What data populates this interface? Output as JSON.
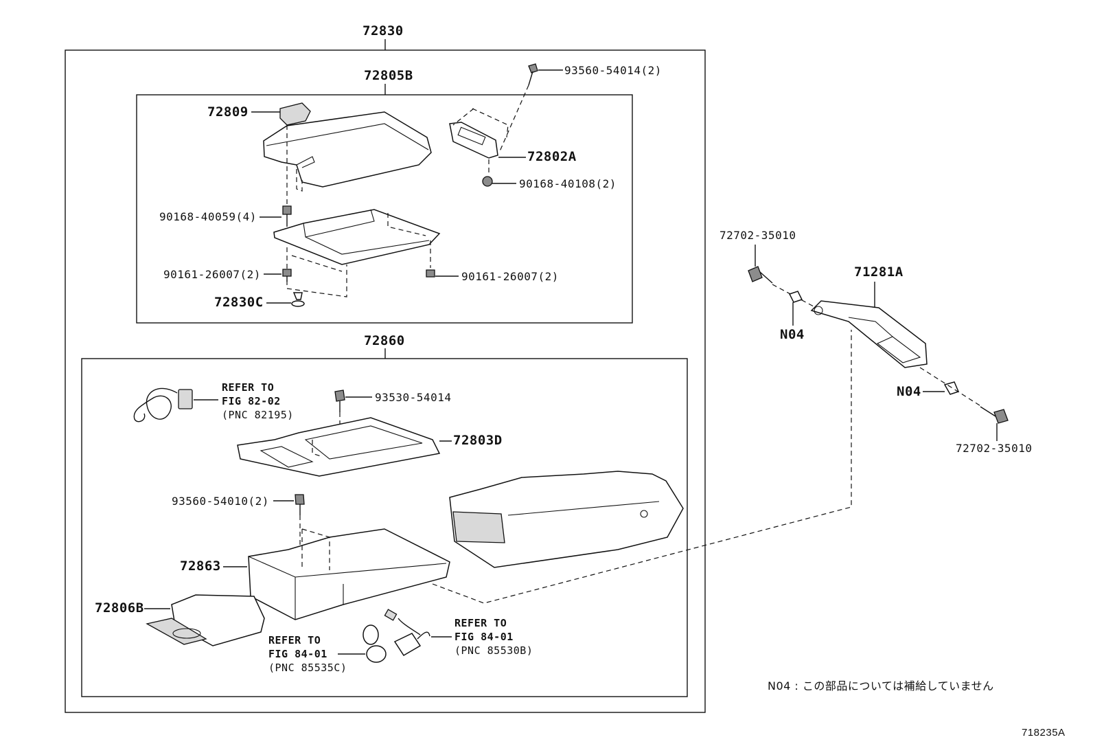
{
  "labels": {
    "assy_72830": "72830",
    "sub_72805b": "72805B",
    "p_72809": "72809",
    "p_93560_54014": "93560-54014(2)",
    "p_72802a": "72802A",
    "p_90168_40108": "90168-40108(2)",
    "p_90168_40059": "90168-40059(4)",
    "p_90161_26007_l": "90161-26007(2)",
    "p_90161_26007_r": "90161-26007(2)",
    "p_72830c": "72830C",
    "sub_72860": "72860",
    "p_93530_54014": "93530-54014",
    "p_72803d": "72803D",
    "p_93560_54010": "93560-54010(2)",
    "p_72863": "72863",
    "p_72806b": "72806B",
    "p_72702_35010_top": "72702-35010",
    "p_71281a": "71281A",
    "p_n04_left": "N04",
    "p_n04_right": "N04",
    "p_72702_35010_bot": "72702-35010"
  },
  "refs": {
    "r1_line1": "REFER TO",
    "r1_line2": "FIG 82-02",
    "r1_line3": "(PNC 82195)",
    "r2_line1": "REFER TO",
    "r2_line2": "FIG 84-01",
    "r2_line3": "(PNC 85535C)",
    "r3_line1": "REFER TO",
    "r3_line2": "FIG 84-01",
    "r3_line3": "(PNC 85530B)"
  },
  "note": "N04 : この部品については補給していません",
  "diagram_code": "718235A"
}
